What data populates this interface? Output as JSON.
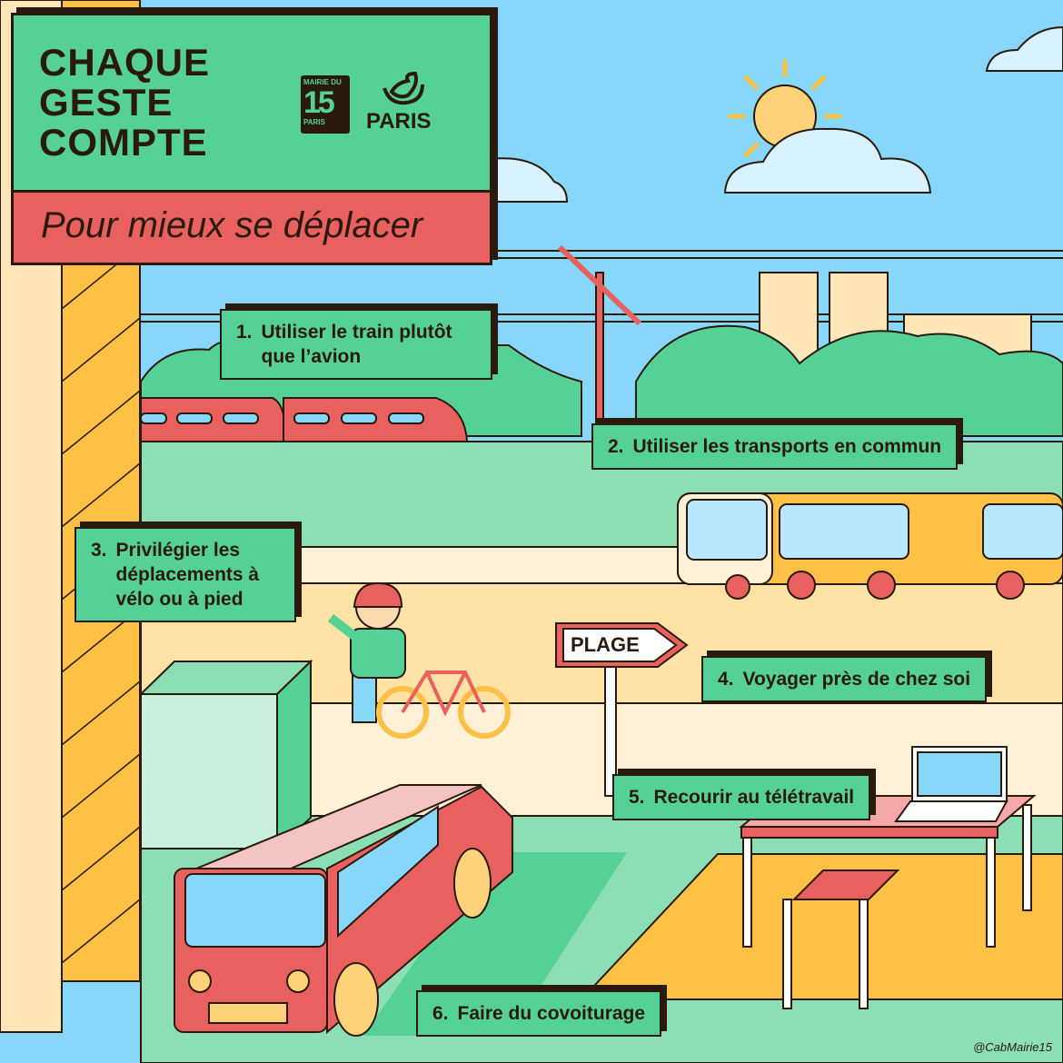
{
  "header": {
    "headline_lines": [
      "CHAQUE",
      "GESTE",
      "COMPTE"
    ],
    "subtitle": "Pour mieux se déplacer",
    "logo_mairie": {
      "top": "MAIRIE DU",
      "number": "15",
      "bottom": "PARIS"
    },
    "logo_paris": "PARIS"
  },
  "tips": [
    {
      "num": "1.",
      "text": "Utiliser le train plutôt que l’avion"
    },
    {
      "num": "2.",
      "text": "Utiliser les transports en commun"
    },
    {
      "num": "3.",
      "text": "Privilégier les déplacements à vélo ou à pied"
    },
    {
      "num": "4.",
      "text": "Voyager près de chez soi"
    },
    {
      "num": "5.",
      "text": "Recourir au télétravail"
    },
    {
      "num": "6.",
      "text": "Faire du covoiturage"
    }
  ],
  "sign": "PLAGE",
  "handle": "@CabMairie15",
  "colors": {
    "sky": "#87d7fb",
    "green": "#55d097",
    "dark": "#2a1a0e",
    "red": "#e8615f",
    "yellow": "#ffc046",
    "pale_green": "#8cdfb4",
    "cream": "#fff1d8"
  }
}
